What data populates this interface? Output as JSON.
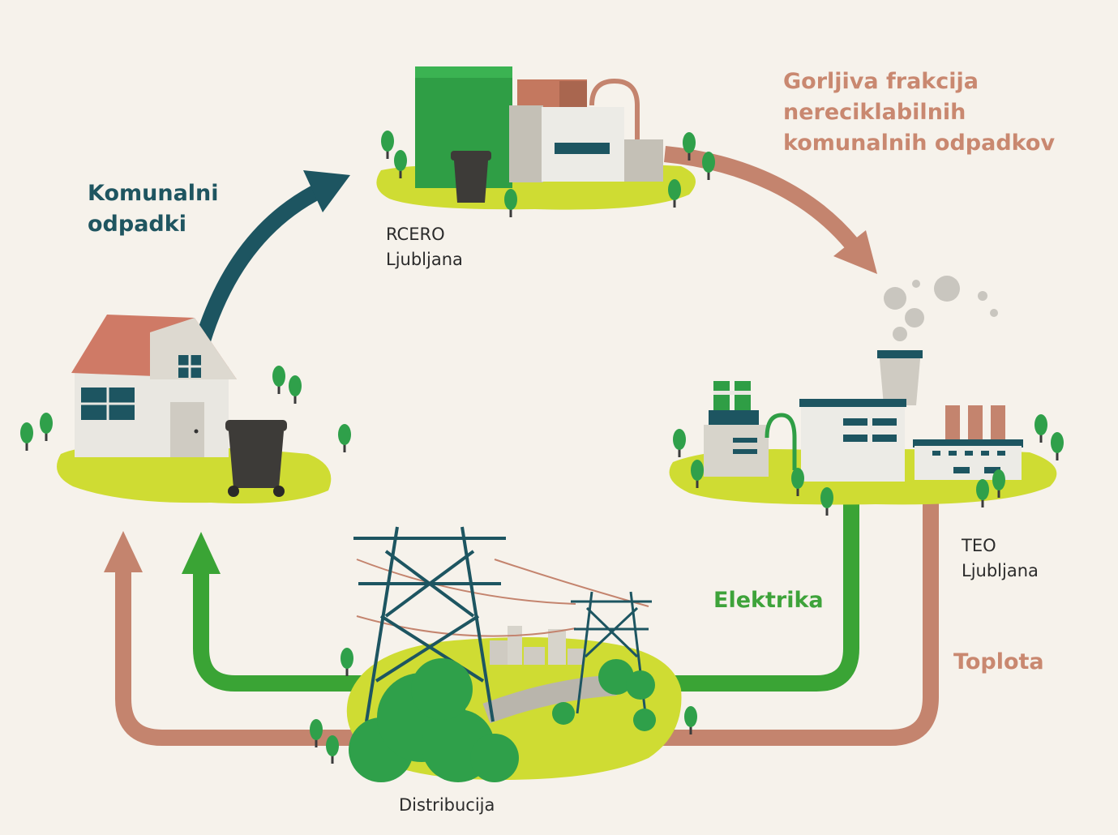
{
  "labels": {
    "waste": [
      "Komunalni",
      "odpadki"
    ],
    "fraction": [
      "Gorljiva frakcija",
      "nereciklabilnih",
      "komunalnih odpadkov"
    ],
    "electricity": "Elektrika",
    "heat": "Toplota"
  },
  "places": {
    "rcero": [
      "RCERO",
      "Ljubljana"
    ],
    "teo": [
      "TEO",
      "Ljubljana"
    ],
    "distribution": "Distribucija"
  },
  "colors": {
    "background": "#f6f2eb",
    "waste_arrow": "#1d5561",
    "fraction_arrow": "#c4846e",
    "electricity_arrow": "#3aa435",
    "heat_arrow": "#c4846e",
    "grass": "#cfdc33",
    "tree": "#2fa04a"
  }
}
